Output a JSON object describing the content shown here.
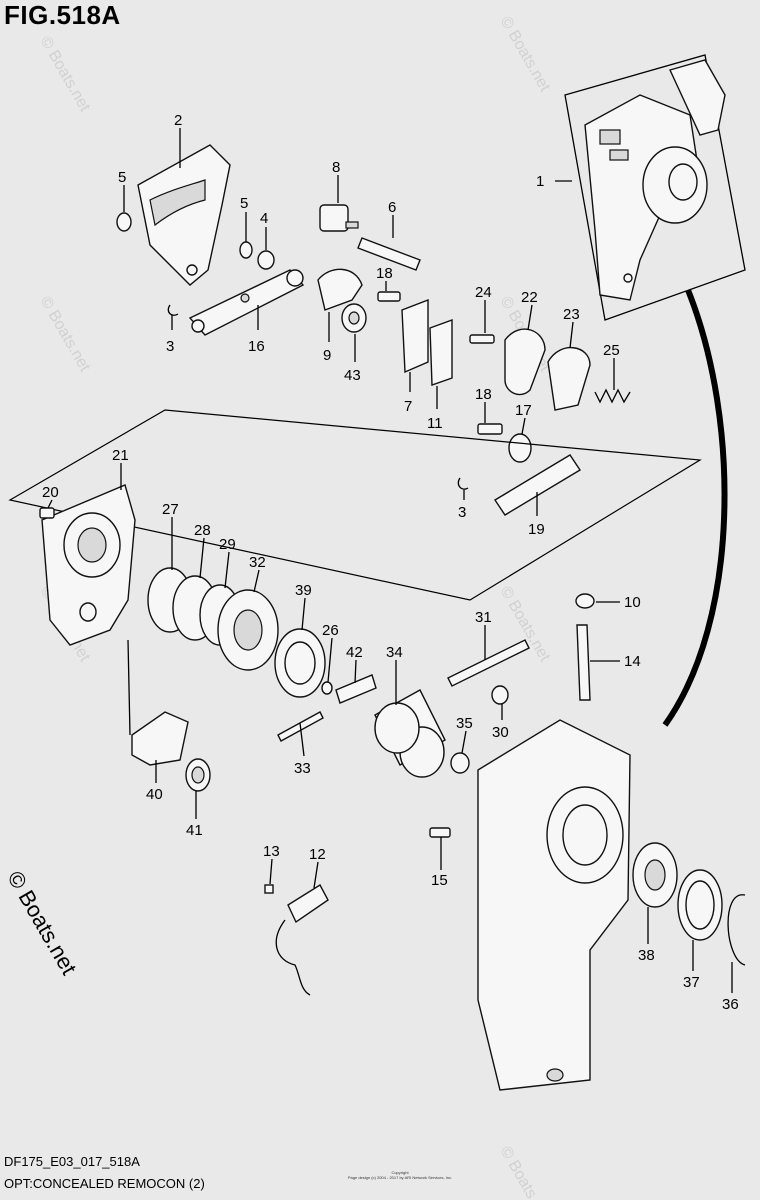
{
  "title": "FIG.518A",
  "footer": {
    "code": "DF175_E03_017_518A",
    "caption": "OPT:CONCEALED REMOCON (2)",
    "copyright_line1": "Copyright",
    "copyright_line2": "Page design (c) 2004 - 2017 by ARI Network Services, Inc."
  },
  "watermark": "© Boats.net",
  "callouts": [
    {
      "label": "1"
    },
    {
      "label": "2"
    },
    {
      "label": "5"
    },
    {
      "label": "5"
    },
    {
      "label": "4"
    },
    {
      "label": "3"
    },
    {
      "label": "16"
    },
    {
      "label": "8"
    },
    {
      "label": "6"
    },
    {
      "label": "9"
    },
    {
      "label": "43"
    },
    {
      "label": "18"
    },
    {
      "label": "7"
    },
    {
      "label": "11"
    },
    {
      "label": "24"
    },
    {
      "label": "22"
    },
    {
      "label": "23"
    },
    {
      "label": "25"
    },
    {
      "label": "17"
    },
    {
      "label": "18"
    },
    {
      "label": "3"
    },
    {
      "label": "19"
    },
    {
      "label": "21"
    },
    {
      "label": "20"
    },
    {
      "label": "27"
    },
    {
      "label": "28"
    },
    {
      "label": "29"
    },
    {
      "label": "32"
    },
    {
      "label": "39"
    },
    {
      "label": "26"
    },
    {
      "label": "42"
    },
    {
      "label": "34"
    },
    {
      "label": "31"
    },
    {
      "label": "10"
    },
    {
      "label": "14"
    },
    {
      "label": "30"
    },
    {
      "label": "35"
    },
    {
      "label": "33"
    },
    {
      "label": "40"
    },
    {
      "label": "41"
    },
    {
      "label": "13"
    },
    {
      "label": "12"
    },
    {
      "label": "15"
    },
    {
      "label": "38"
    },
    {
      "label": "37"
    },
    {
      "label": "36"
    }
  ]
}
